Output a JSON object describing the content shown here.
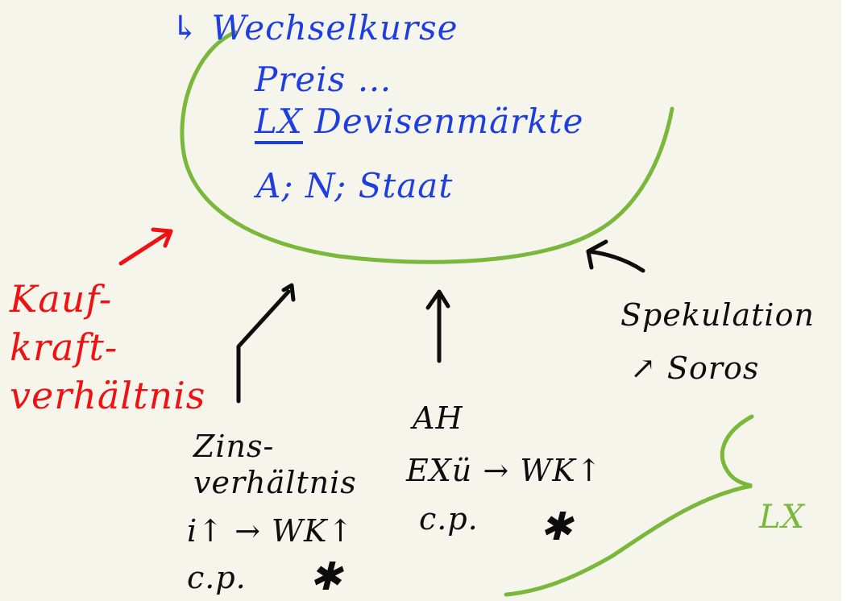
{
  "colors": {
    "background": "#f6f5ec",
    "blue_ink": "#1f3ee0",
    "green_ink": "#79b83a",
    "red_ink": "#ee1212",
    "black_ink": "#0d0d0d"
  },
  "blue_note": {
    "line1": "↳ Wechselkurse",
    "line2": "Preis …",
    "line3_abbr": "LX",
    "line3_rest": "Devisenmärkte",
    "line4": "A; N; Staat"
  },
  "red_note": {
    "line1": "Kauf-",
    "line2": "kraft-",
    "line3": "verhältnis"
  },
  "zins_note": {
    "line1": "Zins-",
    "line2": "verhältnis",
    "line3": "i↑ → WK↑",
    "line4": "c.p.",
    "star": "✱"
  },
  "ah_note": {
    "line1": "AH",
    "line2": "EXü → WK↑",
    "line3": "c.p.",
    "star": "✱"
  },
  "spekulation_note": {
    "line1": "Spekulation",
    "line2": "↗ Soros"
  },
  "green_label": "LX"
}
